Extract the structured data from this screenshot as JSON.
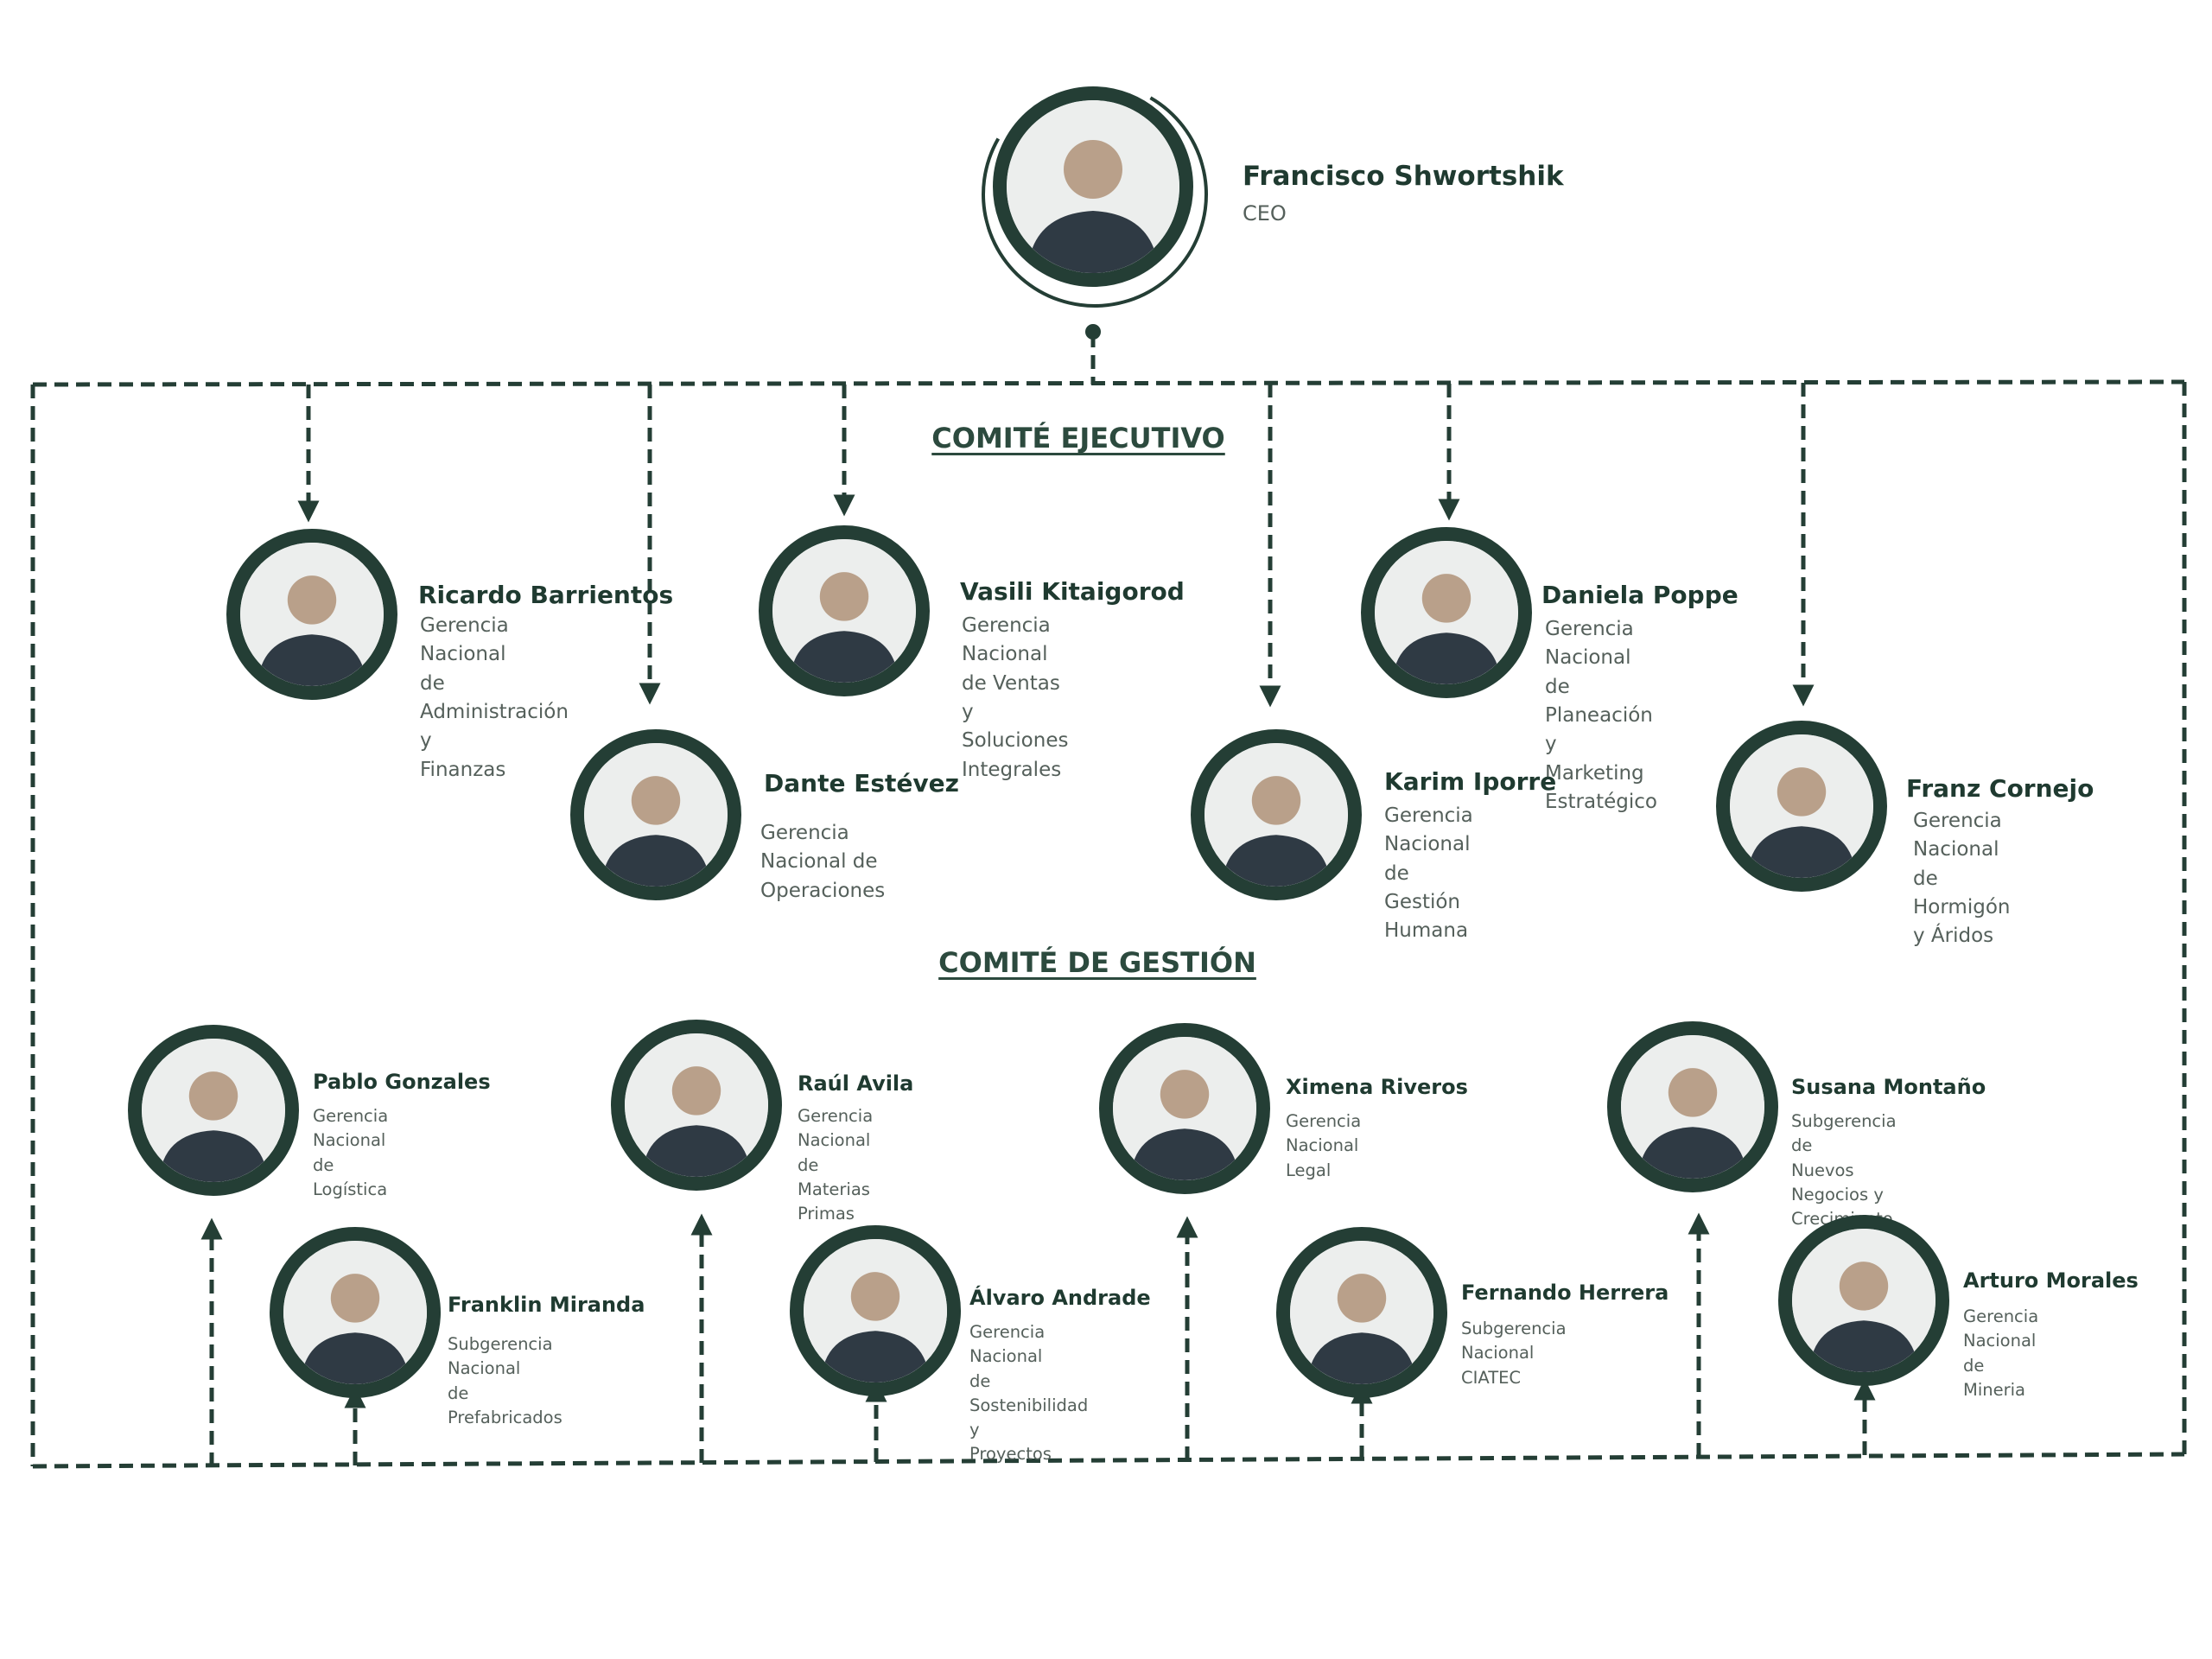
{
  "sections": {
    "executive_title": "COMITÉ EJECUTIVO",
    "management_title": "COMITÉ DE GESTIÓN"
  },
  "ceo": {
    "name": "Francisco Shwortshik",
    "role": "CEO"
  },
  "executive": [
    {
      "name": "Ricardo Barrientos",
      "role": "Gerencia Nacional\nde Administración y\nFinanzas"
    },
    {
      "name": "Vasili Kitaigorod",
      "role": "Gerencia Nacional de Ventas\ny Soluciones Integrales"
    },
    {
      "name": "Daniela Poppe",
      "role": "Gerencia Nacional de\nPlaneación y Marketing\nEstratégico"
    },
    {
      "name": "Dante Estévez",
      "role": "Gerencia Nacional de\nOperaciones"
    },
    {
      "name": "Karim Iporre",
      "role": "Gerencia Nacional de\nGestión Humana"
    },
    {
      "name": "Franz Cornejo",
      "role": "Gerencia Nacional de\nHormigón y Áridos"
    }
  ],
  "management": [
    {
      "name": "Pablo Gonzales",
      "role": "Gerencia Nacional de\nLogística"
    },
    {
      "name": "Raúl Avila",
      "role": "Gerencia Nacional\nde Materias Primas"
    },
    {
      "name": "Ximena Riveros",
      "role": "Gerencia Nacional\nLegal"
    },
    {
      "name": "Susana Montaño",
      "role": "Subgerencia de\nNuevos Negocios y Crecimiento"
    },
    {
      "name": "Franklin Miranda",
      "role": "Subgerencia Nacional\nde Prefabricados"
    },
    {
      "name": "Álvaro Andrade",
      "role": "Gerencia Nacional\nde Sostenibilidad y\nProyectos"
    },
    {
      "name": "Fernando Herrera",
      "role": "Subgerencia Nacional\nCIATEC"
    },
    {
      "name": "Arturo Morales",
      "role": "Gerencia Nacional de\nMineria"
    }
  ],
  "colors": {
    "primary": "#243e35",
    "text": "#1f3a30",
    "muted": "#55605b"
  }
}
